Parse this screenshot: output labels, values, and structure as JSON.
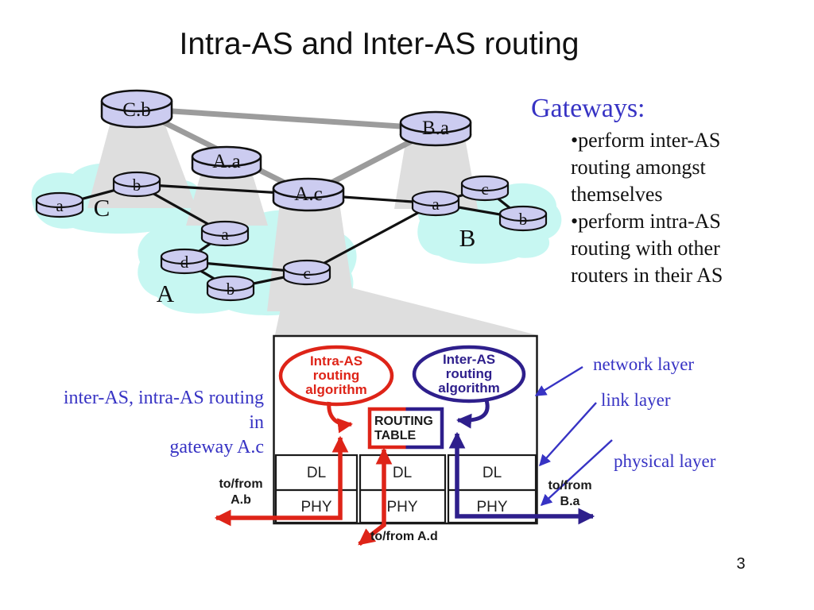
{
  "slide": {
    "title": "Intra-AS and Inter-AS routing",
    "page_number": "3"
  },
  "gateways": {
    "heading": "Gateways:",
    "bullet_lines": [
      "•perform inter-AS",
      "routing amongst",
      "themselves",
      "•perform intra-AS",
      "routing with other",
      "routers in their AS"
    ]
  },
  "network": {
    "gateway_routers": [
      {
        "label": "C.b"
      },
      {
        "label": "A.a"
      },
      {
        "label": "A.c"
      },
      {
        "label": "B.a"
      }
    ],
    "as_clouds": [
      {
        "label": "C",
        "routers": [
          "a",
          "b"
        ]
      },
      {
        "label": "A",
        "routers": [
          "a",
          "d",
          "b",
          "c"
        ]
      },
      {
        "label": "B",
        "routers": [
          "a",
          "c",
          "b"
        ]
      }
    ]
  },
  "annotation": {
    "lines": [
      "inter-AS, intra-AS routing",
      "in",
      "gateway A.c"
    ]
  },
  "layers": {
    "network": "network layer",
    "link": "link layer",
    "physical": "physical layer"
  },
  "detail": {
    "intra_lines": [
      "Intra-AS",
      "routing",
      "algorithm"
    ],
    "inter_lines": [
      "Inter-AS",
      "routing",
      "algorithm"
    ],
    "routing_table_lines": [
      "ROUTING",
      "TABLE"
    ],
    "dl": "DL",
    "phy": "PHY",
    "tofrom_ab_lines": [
      "to/from",
      "A.b"
    ],
    "tofrom_ad": "to/from  A.d",
    "tofrom_ba_lines": [
      "to/from",
      "B.a"
    ]
  },
  "colors": {
    "red": "#de2418",
    "navy": "#2e1f8c",
    "blue_text": "#3733c4",
    "node_fill": "#ccccf0",
    "cloud": "#c7f7f2",
    "beam": "#dedede",
    "gray_link": "#9c9c9c"
  }
}
